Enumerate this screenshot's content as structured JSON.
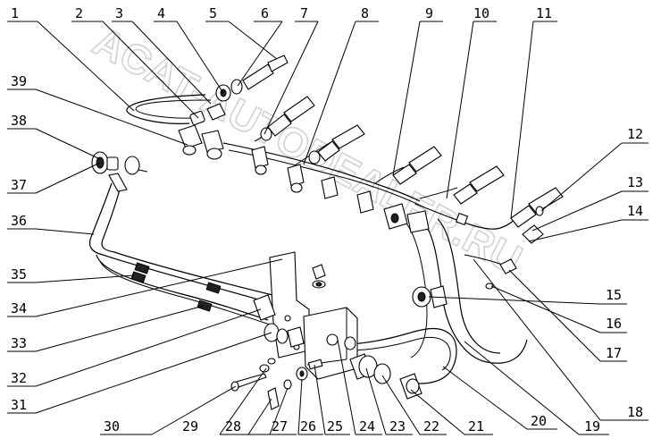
{
  "watermark": "ACAT-AUTODEALER.RU",
  "labels_top": [
    "1",
    "2",
    "3",
    "4",
    "5",
    "6",
    "7",
    "8",
    "9",
    "10",
    "11"
  ],
  "labels_right": [
    "12",
    "13",
    "14",
    "15",
    "16",
    "17",
    "18"
  ],
  "labels_bottom": [
    "19",
    "20",
    "21",
    "22",
    "23",
    "24",
    "25",
    "26",
    "27",
    "28",
    "29",
    "30"
  ],
  "labels_left": [
    "31",
    "32",
    "33",
    "34",
    "35",
    "36",
    "37",
    "38",
    "39"
  ]
}
